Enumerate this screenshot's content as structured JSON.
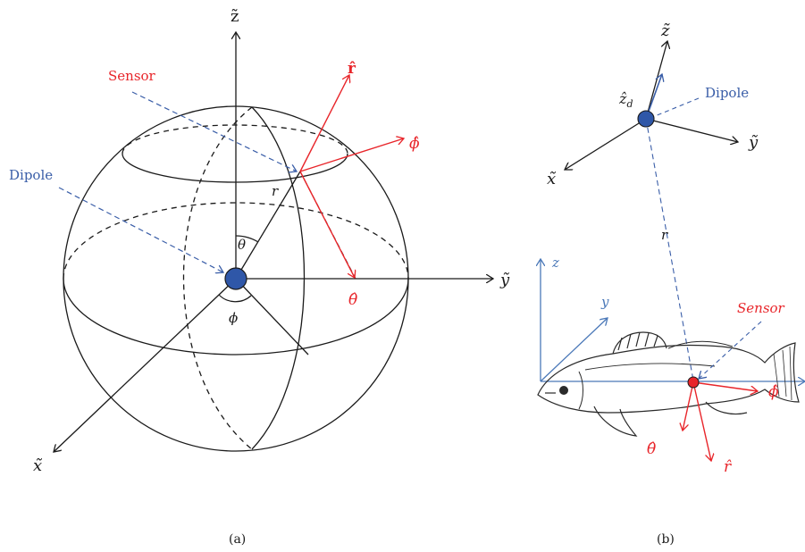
{
  "colors": {
    "line": "#1a1a1a",
    "red": "#e8252a",
    "blue": "#3a5ea8",
    "dipole_fill": "#2f57a8",
    "sensor_fill": "#e8252a",
    "fish_axis": "#4a78b8"
  },
  "panel_a": {
    "axis_z": "z̃",
    "axis_y": "ỹ",
    "axis_x": "x̃",
    "sensor_label": "Sensor",
    "dipole_label": "Dipole",
    "r_label": "r",
    "theta_label": "θ",
    "phi_label": "ϕ",
    "r_hat": "r̂",
    "phi_hat": "ϕ̂",
    "theta_hat": "θ̂",
    "caption": "(a)"
  },
  "panel_b": {
    "axis_z": "z̃",
    "axis_y": "ỹ",
    "axis_x": "x̃",
    "dipole_label": "Dipole",
    "zd_label": "ẑ",
    "zd_sub": "d",
    "r_label": "r",
    "body_z": "z",
    "body_y": "y",
    "sensor_label": "Sensor",
    "phi_hat": "ϕ̂",
    "theta_hat": "θ̂",
    "r_hat": "r̂",
    "caption": "(b)"
  }
}
